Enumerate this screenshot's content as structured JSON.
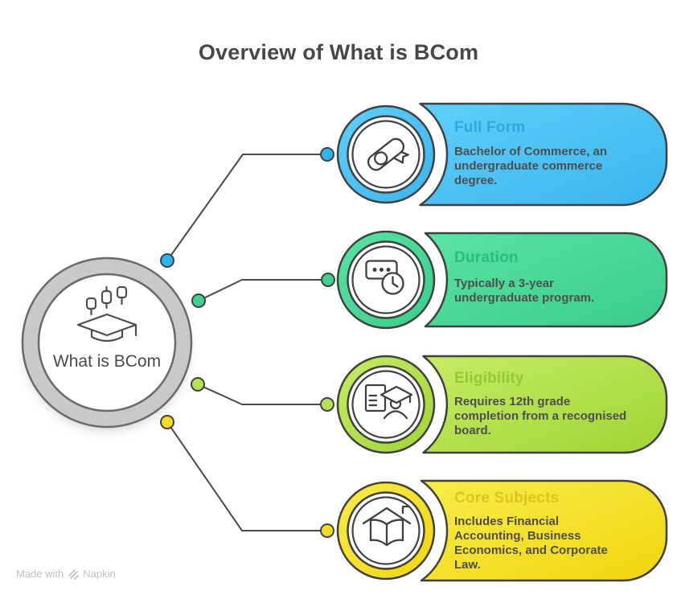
{
  "title": "Overview of What is BCom",
  "hub": {
    "label": "What is BCom",
    "icon": "graduation-cap-with-chart-icon",
    "ring_color": "#C9C9C9",
    "stroke_color": "#6A6A6A"
  },
  "cards": [
    {
      "title": "Full Form",
      "body": "Bachelor of Commerce, an undergraduate commerce degree.",
      "icon": "diploma-icon",
      "title_color": "#2EA7DC",
      "dot_color": "#2FB5EC",
      "gradient": [
        "#5FD0FA",
        "#3BB4EE"
      ]
    },
    {
      "title": "Duration",
      "body": "Typically a 3-year undergraduate program.",
      "icon": "timer-clock-icon",
      "title_color": "#28BD81",
      "dot_color": "#3FD191",
      "gradient": [
        "#5CE3A4",
        "#38CD8A"
      ]
    },
    {
      "title": "Eligibility",
      "body": "Requires 12th grade completion from a recognised board.",
      "icon": "graduate-document-icon",
      "title_color": "#95C737",
      "dot_color": "#B5E152",
      "gradient": [
        "#C6EC66",
        "#A0D534"
      ]
    },
    {
      "title": "Core Subjects",
      "body": "Includes Financial Accounting, Business Economics, and Corporate Law.",
      "icon": "open-book-icon",
      "title_color": "#DBC620",
      "dot_color": "#F2DC25",
      "gradient": [
        "#F8EC4B",
        "#F1D60D"
      ]
    }
  ],
  "watermark": {
    "prefix": "Made with",
    "brand": "Napkin",
    "logo": "napkin-logo-icon"
  },
  "colors": {
    "title_text": "#474747",
    "body_text": "#4E4E4E",
    "outline": "#414141",
    "connector": "#4A4A4A"
  }
}
